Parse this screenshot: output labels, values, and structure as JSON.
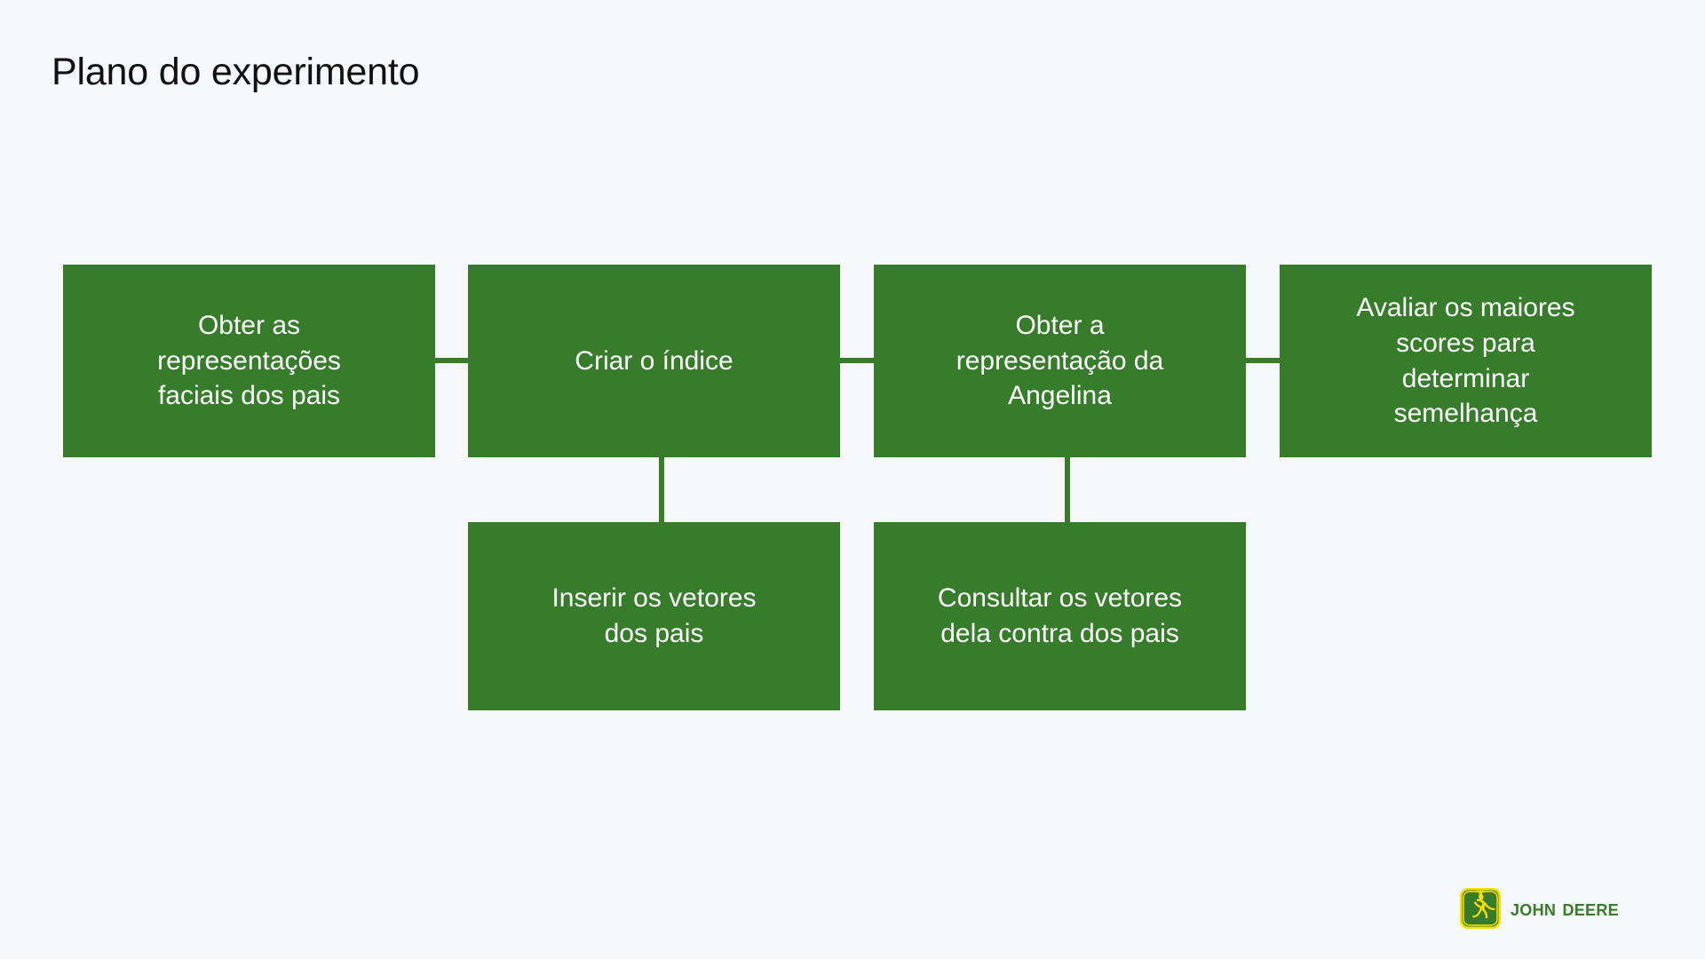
{
  "slide": {
    "title": "Plano do experimento",
    "background_color": "#f7f8fa",
    "accent_color": "#367c2b",
    "node_text_color": "#ffffff"
  },
  "diagram": {
    "type": "process-flow",
    "nodes": [
      {
        "id": "n1",
        "label": "Obter as\nrepresentações\nfaciais dos pais",
        "row": 1,
        "col": 1
      },
      {
        "id": "n2",
        "label": "Criar o índice",
        "row": 1,
        "col": 2
      },
      {
        "id": "n3",
        "label": "Obter a\nrepresentação da\nAngelina",
        "row": 1,
        "col": 3
      },
      {
        "id": "n4",
        "label": "Avaliar os maiores\nscores para\ndeterminar\nsemelhança",
        "row": 1,
        "col": 4
      },
      {
        "id": "n5",
        "label": "Inserir os vetores\ndos pais",
        "row": 2,
        "col": 2
      },
      {
        "id": "n6",
        "label": "Consultar os vetores\ndela contra dos pais",
        "row": 2,
        "col": 3
      }
    ],
    "connectors": [
      {
        "from": "n1",
        "to": "n2",
        "orientation": "horizontal"
      },
      {
        "from": "n2",
        "to": "n3",
        "orientation": "horizontal"
      },
      {
        "from": "n3",
        "to": "n4",
        "orientation": "horizontal"
      },
      {
        "from": "n2",
        "to": "n5",
        "orientation": "vertical"
      },
      {
        "from": "n3",
        "to": "n6",
        "orientation": "vertical"
      }
    ]
  },
  "logo": {
    "wordmark": "John Deere",
    "mark_name": "leaping-deer-icon",
    "mark_colors": {
      "body": "#367c2b",
      "outline": "#ffde00",
      "deer": "#ffde00"
    }
  }
}
